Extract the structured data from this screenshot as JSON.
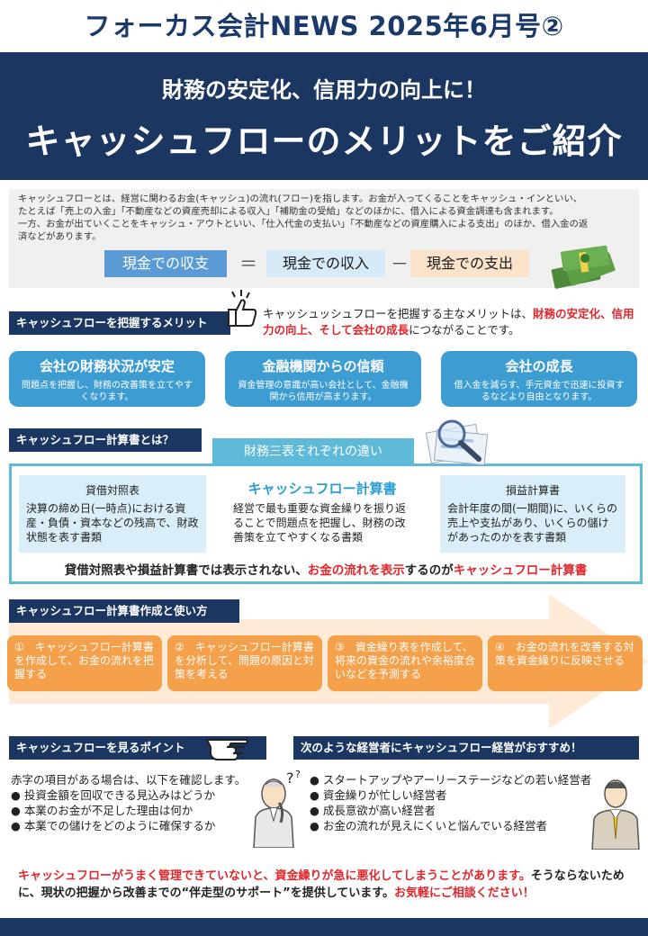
{
  "header": {
    "title": "フォーカス会計NEWS 2025年6月号②",
    "hero_sub": "財務の安定化、信用力の向上に！",
    "hero_main": "キャッシュフローのメリットをご紹介"
  },
  "intro": {
    "line1": "キャッシュフローとは、経営に関わるお金(キャッシュ)の流れ(フロー)を指します。お金が入ってくることをキャッシュ・インといい、",
    "line2": "たとえば「売上の入金」「不動産などの資産売却による収入」「補助金の受給」などのほかに、借入による資金調達も含まれます。",
    "line3": "一方、お金が出ていくことをキャッシュ・アウトといい、「仕入代金の支払い」「不動産などの資産購入による支出」のほか、借入金の返",
    "line4": "済などがあります。",
    "formula_balance": "現金での収支",
    "formula_eq": "＝",
    "formula_in": "現金での収入",
    "formula_minus": "－",
    "formula_out": "現金での支出"
  },
  "merit": {
    "label": "キャッシュフローを把握するメリット",
    "text_a": "キャッシュッシュフローを把握する主なメリットは、",
    "text_red": "財務の安定化、信用力の向上、そして会社の成長",
    "text_b": "につながることです。",
    "cards": [
      {
        "title": "会社の財務状況が安定",
        "desc": "問題点を把握し、財務の改善策を立てやすくなります。"
      },
      {
        "title": "金融機関からの信頼",
        "desc": "資金管理の意識が高い会社として、金融機関から信用が高まります。"
      },
      {
        "title": "会社の成長",
        "desc": "借入金を減らす、手元資金で迅速に投資するなどより自由となります。"
      }
    ]
  },
  "statement": {
    "label": "キャッシュフロー計算書とは？",
    "tab": "財務三表それぞれの違い",
    "cols": [
      {
        "title": "貸借対照表",
        "desc": "決算の締め日(一時点)における資産・負債・資本などの残高で、財政状態を表す書類"
      },
      {
        "title": "キャッシュフロー計算書",
        "desc": "経営で最も重要な資金繰りを振り返ることで問題点を把握し、財務の改善策を立てやすくなる書類"
      },
      {
        "title": "損益計算書",
        "desc": "会計年度の間(一期間)に、いくらの売上や支払があり、いくらの儲けがあったのかを表す書類"
      }
    ],
    "foot_a": "貸借対照表や損益計算書では表示されない、",
    "foot_red": "お金の流れを表示",
    "foot_b": "するのが",
    "foot_red2": "キャッシュフロー計算書"
  },
  "howto": {
    "label": "キャッシュフロー計算書作成と使い方",
    "steps": [
      "①　キャッシュフロー計算書を作成して、お金の流れを把握する",
      "②　キャッシュフロー計算書を分析して、問題の原因と対策を考える",
      "③　資金繰り表を作成して、将来の資金の流れや余裕度合いなどを予測する",
      "④　お金の流れを改善する対策を資金繰りに反映させる"
    ]
  },
  "points": {
    "label": "キャッシュフローを見るポイント",
    "intro": "赤字の項目がある場合は、以下を確認します。",
    "items": [
      "● 投資金額を回収できる見込みはどうか",
      "● 本業のお金が不足した理由は何か",
      "● 本業での儲けをどのように確保するか"
    ]
  },
  "recommend": {
    "label": "次のような経営者にキャッシュフロー経営がおすすめ！",
    "items": [
      "● スタートアップやアーリーステージなどの若い経営者",
      "● 資金繰りが忙しい経営者",
      "● 成長意欲が高い経営者",
      "● お金の流れが見えにくいと悩んでいる経営者"
    ]
  },
  "closing": {
    "red1": "キャッシュフローがうまく管理できていないと、資金繰りが急に悪化してしまうことがあります。",
    "mid": "そうならないために、現状の把握から改善までの“伴走型のサポート”を提供しています。",
    "red2": "お気軽にご相談ください！"
  },
  "colors": {
    "navy": "#1b3660",
    "blue": "#3d9dd3",
    "light_blue": "#5fb9d9",
    "orange": "#f5a04a",
    "red": "#e0262b"
  }
}
